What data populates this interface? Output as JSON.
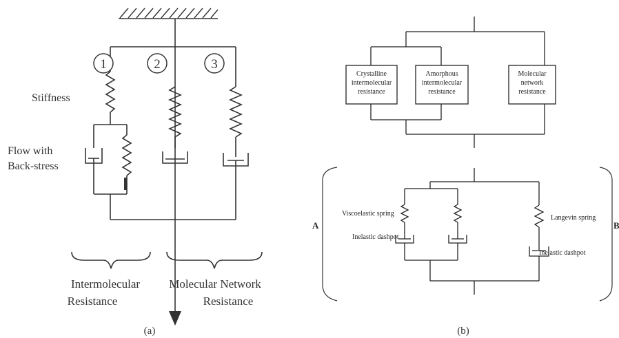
{
  "panel_a": {
    "branch_numbers": [
      "1",
      "2",
      "3"
    ],
    "stiffness": "Stiffness",
    "flow_line1": "Flow with",
    "flow_line2": "Back-stress",
    "group_left_line1": "Intermolecular",
    "group_left_line2": "Resistance",
    "group_right_line1": "Molecular Network",
    "group_right_line2": "Resistance",
    "caption": "(a)"
  },
  "panel_b": {
    "box1": [
      "Crystalline",
      "intermolecular",
      "resistance"
    ],
    "box2": [
      "Amorphous",
      "intermolecular",
      "resistance"
    ],
    "box3": [
      "Molecular",
      "network",
      "resistance"
    ],
    "viscoelastic_spring": "Viscoelastic spring",
    "inelastic_dashpot_left": "Inelastic dashpot",
    "langevin_spring": "Langevin spring",
    "inelastic_dashpot_right": "Inelastic dashpot",
    "letter_a": "A",
    "letter_b": "B",
    "caption": "(b)"
  }
}
